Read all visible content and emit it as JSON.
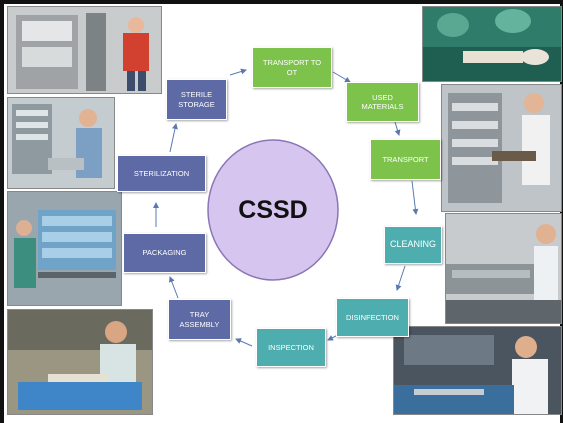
{
  "center": {
    "label": "CSSD",
    "color": "#d6c5ee",
    "border": "#8a76b6"
  },
  "colors": {
    "green_fill": "#7cc24b",
    "teal_fill": "#4eaeaf",
    "blue_fill": "#5e6aa6",
    "arrow": "#5b79b0"
  },
  "stages": [
    {
      "id": "transport-to-ot",
      "label": "TRANSPORT TO\nOT"
    },
    {
      "id": "used-materials",
      "label": "USED\nMATERIALS"
    },
    {
      "id": "transport",
      "label": "TRANSPORT"
    },
    {
      "id": "cleaning",
      "label": "CLEANING"
    },
    {
      "id": "disinfection",
      "label": "DISINFECTION"
    },
    {
      "id": "inspection",
      "label": "INSPECTION"
    },
    {
      "id": "tray-assembly",
      "label": "TRAY\nASSEMBLY"
    },
    {
      "id": "packaging",
      "label": "PACKAGING"
    },
    {
      "id": "sterilization",
      "label": "STERILIZATION"
    },
    {
      "id": "sterile-storage",
      "label": "STERILE\nSTORAGE"
    }
  ]
}
